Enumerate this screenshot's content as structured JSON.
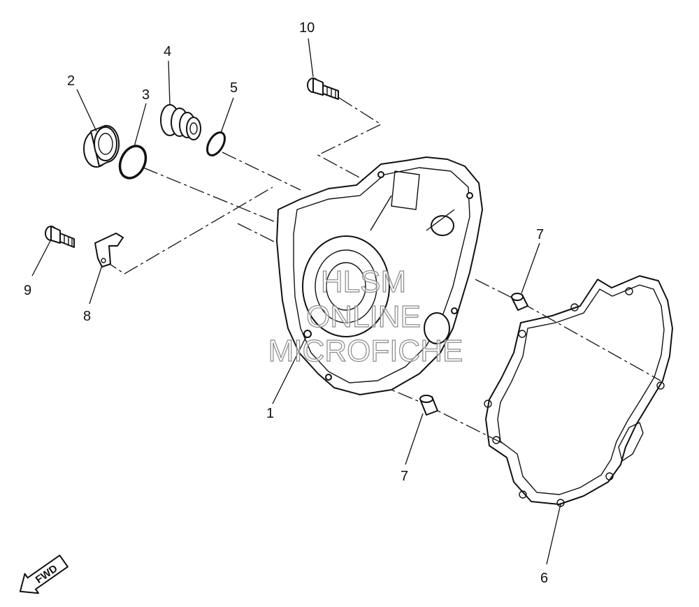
{
  "callouts": {
    "c1": "1",
    "c2": "2",
    "c3": "3",
    "c4": "4",
    "c5": "5",
    "c6": "6",
    "c7a": "7",
    "c7b": "7",
    "c8": "8",
    "c9": "9",
    "c10": "10"
  },
  "watermark": {
    "line1": "HLSM",
    "line2": "ONLINE",
    "line3": "MICROFICHE"
  },
  "direction_arrow": {
    "label": "FWD"
  }
}
